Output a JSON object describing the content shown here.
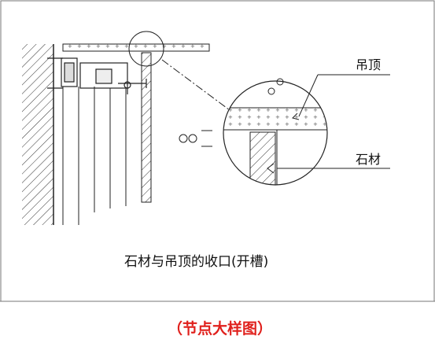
{
  "labels": {
    "ceiling": "吊顶",
    "stone": "石材"
  },
  "caption": "石材与吊顶的收口(开槽)",
  "footer_title": "（节点大样图）",
  "colors": {
    "line": "#222222",
    "title_red": "#e0201c"
  }
}
